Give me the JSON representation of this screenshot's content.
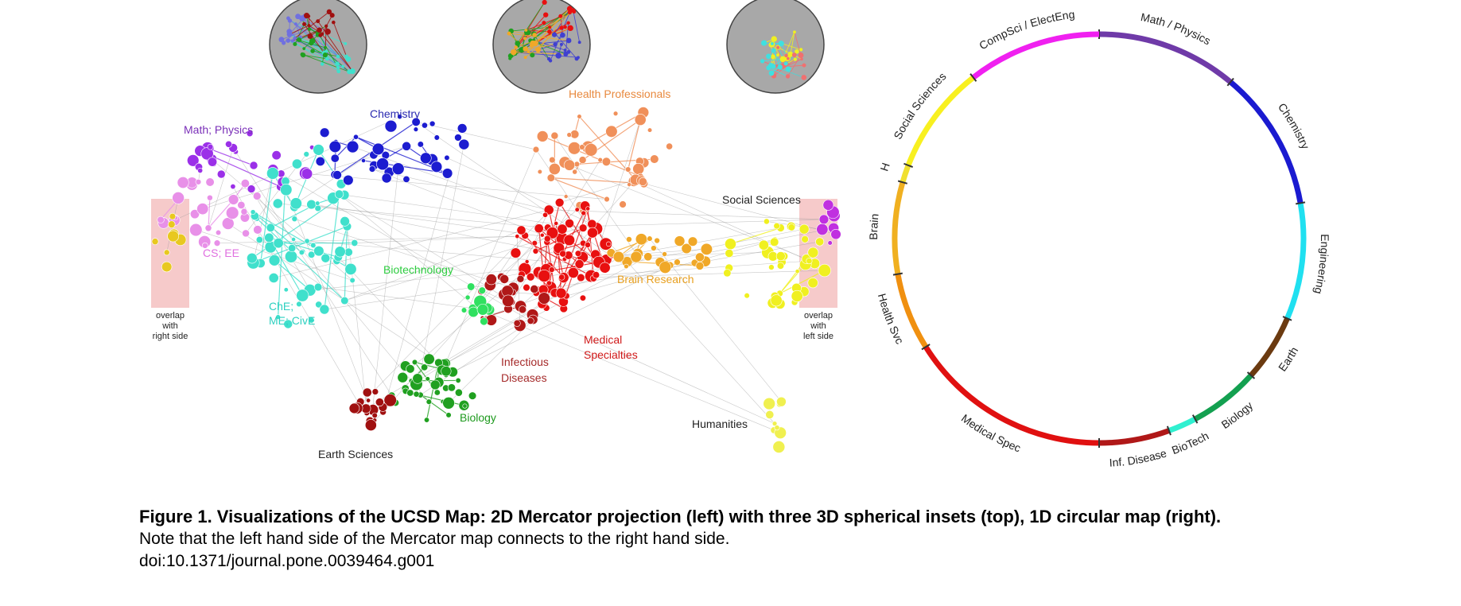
{
  "mercator_labels": [
    {
      "id": "math-physics",
      "text": "Math; Physics",
      "color": "#7a2fb8"
    },
    {
      "id": "chemistry",
      "text": "Chemistry",
      "color": "#2a2ab0"
    },
    {
      "id": "health-professionals",
      "text": "Health Professionals",
      "color": "#e8893e"
    },
    {
      "id": "social-sciences",
      "text": "Social Sciences",
      "color": "#222222"
    },
    {
      "id": "cs-ee",
      "text": "CS; EE",
      "color": "#e070e0"
    },
    {
      "id": "biotechnology",
      "text": "Biotechnology",
      "color": "#2ecc40"
    },
    {
      "id": "brain-research",
      "text": "Brain Research",
      "color": "#e8a020"
    },
    {
      "id": "che",
      "text": "ChE;",
      "color": "#2ed0c0"
    },
    {
      "id": "me-cive",
      "text": "ME; CivE",
      "color": "#2ed0c0"
    },
    {
      "id": "medical-1",
      "text": "Medical",
      "color": "#d01818"
    },
    {
      "id": "medical-2",
      "text": "Specialties",
      "color": "#d01818"
    },
    {
      "id": "infectious-1",
      "text": "Infectious",
      "color": "#a52a2a"
    },
    {
      "id": "infectious-2",
      "text": "Diseases",
      "color": "#a52a2a"
    },
    {
      "id": "biology",
      "text": "Biology",
      "color": "#1e9a1e"
    },
    {
      "id": "humanities",
      "text": "Humanities",
      "color": "#222222"
    },
    {
      "id": "earth-sciences",
      "text": "Earth Sciences",
      "color": "#222222"
    }
  ],
  "overlap_left": [
    "overlap",
    "with",
    "right side"
  ],
  "overlap_right": [
    "overlap",
    "with",
    "left side"
  ],
  "circular_map": [
    {
      "id": "math-physics",
      "text": "Math / Physics",
      "color": "#6f3aa8"
    },
    {
      "id": "chemistry",
      "text": "Chemistry",
      "color": "#1a1ad0"
    },
    {
      "id": "engineering",
      "text": "Engineering",
      "color": "#20e0f0"
    },
    {
      "id": "earth",
      "text": "Earth",
      "color": "#6b3a10"
    },
    {
      "id": "biology",
      "text": "Biology",
      "color": "#13a050"
    },
    {
      "id": "biotech",
      "text": "BioTech",
      "color": "#30f0d0"
    },
    {
      "id": "inf-disease",
      "text": "Inf. Disease",
      "color": "#b01818"
    },
    {
      "id": "medical-spec",
      "text": "Medical Spec",
      "color": "#e01010"
    },
    {
      "id": "health-svc",
      "text": "Health Svc",
      "color": "#f09010"
    },
    {
      "id": "brain",
      "text": "Brain",
      "color": "#f0b020"
    },
    {
      "id": "h",
      "text": "H",
      "color": "#f0e030"
    },
    {
      "id": "social-sciences",
      "text": "Social Sciences",
      "color": "#f8f020"
    },
    {
      "id": "compsci",
      "text": "CompSci / ElectEng",
      "color": "#f020f0"
    }
  ],
  "colors": {
    "insets_fill": "#a8a8a8",
    "overlap_box": "#f6caca"
  },
  "caption": {
    "title": "Figure 1. Visualizations of the UCSD Map: 2D Mercator projection (left) with three 3D spherical insets (top), 1D circular map (right).",
    "note": "Note that the left hand side of the Mercator map connects to the right hand side.",
    "doi": "doi:10.1371/journal.pone.0039464.g001"
  }
}
